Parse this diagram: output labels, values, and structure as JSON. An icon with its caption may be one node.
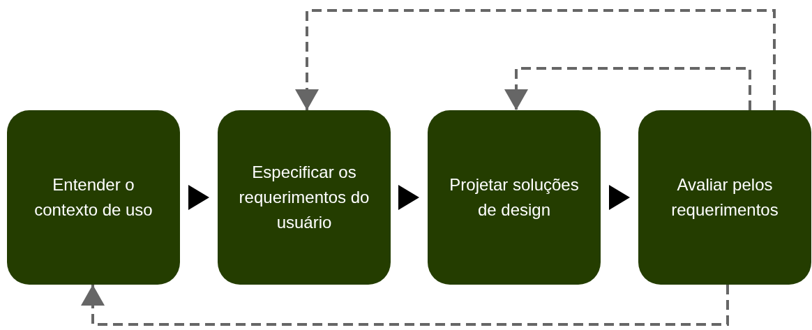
{
  "diagram": {
    "nodes": [
      {
        "text": [
          "Entender o contexto de uso"
        ]
      },
      {
        "text": [
          "Especificar os requerimentos do usuário"
        ]
      },
      {
        "text": [
          "Projetar soluções de design"
        ]
      },
      {
        "text": [
          "Avaliar pelos requerimentos"
        ]
      }
    ],
    "edges": [
      {
        "from": 0,
        "to": 1,
        "arrow": "to"
      },
      {
        "from": 1,
        "to": 2,
        "arrow": "to"
      },
      {
        "from": 2,
        "to": 3,
        "arrow": "to"
      },
      {
        "from": 3,
        "to": 1,
        "arrow": "to",
        "style": "dashed",
        "color": "#666666"
      },
      {
        "from": 3,
        "to": 2,
        "arrow": "to",
        "style": "dashed",
        "color": "#666666"
      },
      {
        "from": 3,
        "to": 0,
        "arrow": "to",
        "style": "dashed",
        "color": "#666666"
      }
    ]
  }
}
